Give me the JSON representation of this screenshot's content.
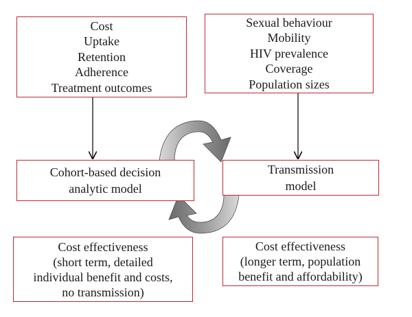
{
  "diagram": {
    "inputs_left": {
      "lines": [
        "Cost",
        "Uptake",
        "Retention",
        "Adherence",
        "Treatment outcomes"
      ]
    },
    "inputs_right": {
      "lines": [
        "Sexual behaviour",
        "Mobility",
        "HIV prevalence",
        "Coverage",
        "Population sizes"
      ]
    },
    "model_left": {
      "lines": [
        "Cohort-based decision",
        "analytic model"
      ]
    },
    "model_right": {
      "lines": [
        "Transmission",
        "model"
      ]
    },
    "output_left": {
      "lines": [
        "Cost effectiveness",
        "(short term, detailed",
        "individual benefit and costs,",
        "no transmission)"
      ]
    },
    "output_right": {
      "lines": [
        "Cost effectiveness",
        "(longer term, population",
        "benefit and affordability)"
      ]
    },
    "colors": {
      "box_border": "#c0282d",
      "cycle_fill_dark": "#6e6e6e",
      "cycle_fill_light": "#d2d2d2",
      "text": "#1a1a1a"
    }
  }
}
